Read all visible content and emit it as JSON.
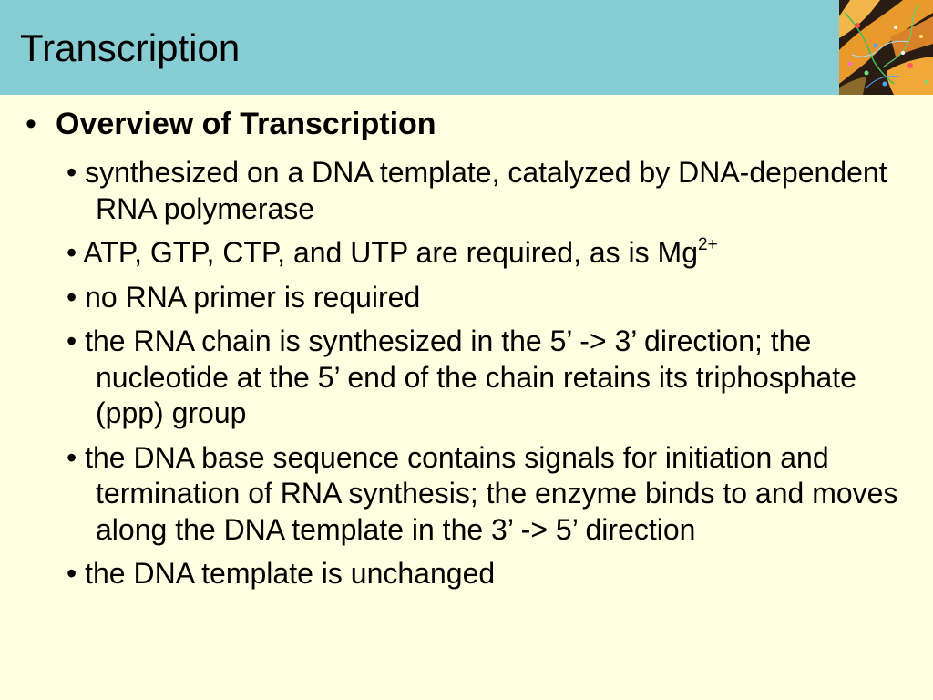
{
  "slide": {
    "title": "Transcription",
    "heading": "Overview of Transcription",
    "bullet_glyph": "•",
    "points": [
      {
        "text": "• synthesized on a DNA template, catalyzed by DNA-dependent RNA polymerase"
      },
      {
        "text": "• ATP, GTP, CTP, and UTP are required, as is Mg",
        "superscript": "2+"
      },
      {
        "text": "• no RNA primer is required"
      },
      {
        "text": "• the RNA chain is synthesized in the 5’ -> 3’ direction; the nucleotide at the 5’ end of the chain retains its triphosphate (ppp) group"
      },
      {
        "text": "• the DNA base sequence contains signals for initiation and termination of RNA synthesis; the enzyme binds to and moves along the DNA template in the 3’ -> 5’ direction"
      },
      {
        "text": "• the DNA template is unchanged"
      }
    ]
  },
  "colors": {
    "title_bar": "#88cdd4",
    "background": "#fefee0"
  }
}
